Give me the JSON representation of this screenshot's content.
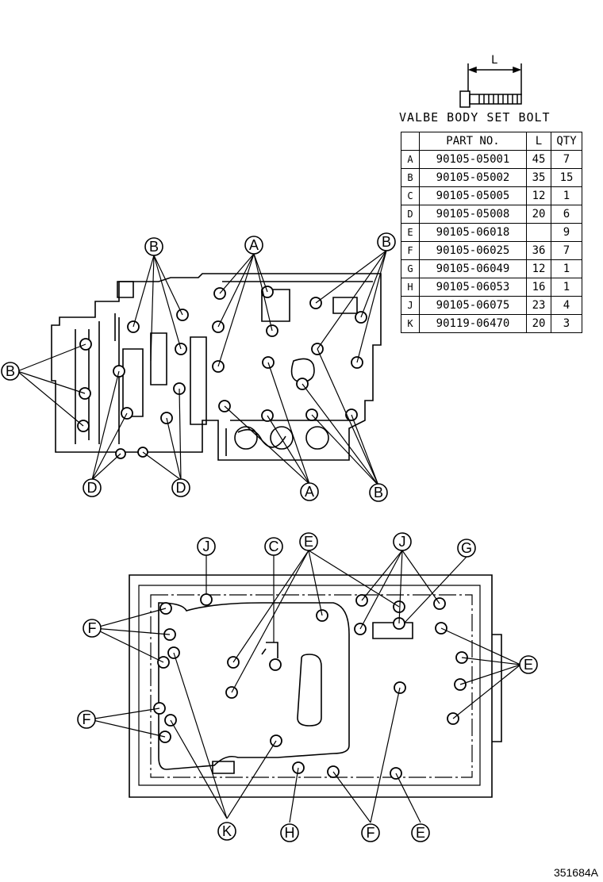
{
  "bolt_diagram": {
    "dimension_label": "L",
    "title": "VALBE BODY SET BOLT"
  },
  "table": {
    "headers": {
      "key": "",
      "part_no": "PART NO.",
      "length": "L",
      "qty": "QTY"
    },
    "rows": [
      {
        "key": "A",
        "part_no": "90105-05001",
        "length": "45",
        "qty": "7"
      },
      {
        "key": "B",
        "part_no": "90105-05002",
        "length": "35",
        "qty": "15"
      },
      {
        "key": "C",
        "part_no": "90105-05005",
        "length": "12",
        "qty": "1"
      },
      {
        "key": "D",
        "part_no": "90105-05008",
        "length": "20",
        "qty": "6"
      },
      {
        "key": "E",
        "part_no": "90105-06018",
        "length": "",
        "qty": "9"
      },
      {
        "key": "F",
        "part_no": "90105-06025",
        "length": "36",
        "qty": "7"
      },
      {
        "key": "G",
        "part_no": "90105-06049",
        "length": "12",
        "qty": "1"
      },
      {
        "key": "H",
        "part_no": "90105-06053",
        "length": "16",
        "qty": "1"
      },
      {
        "key": "J",
        "part_no": "90105-06075",
        "length": "23",
        "qty": "4"
      },
      {
        "key": "K",
        "part_no": "90119-06470",
        "length": "20",
        "qty": "3"
      }
    ]
  },
  "callouts": {
    "upper": {
      "b_top_left": "B",
      "a_top": "A",
      "b_top_right": "B",
      "b_left": "B",
      "d_left": "D",
      "d_right": "D",
      "a_bottom": "A",
      "b_bottom": "B"
    },
    "lower": {
      "j_left": "J",
      "c": "C",
      "e_top": "E",
      "j_right": "J",
      "g": "G",
      "f_upper": "F",
      "e_right": "E",
      "f_lower": "F",
      "k": "K",
      "h": "H",
      "f_bottom": "F",
      "e_bottom": "E"
    }
  },
  "reference_number": "351684A"
}
